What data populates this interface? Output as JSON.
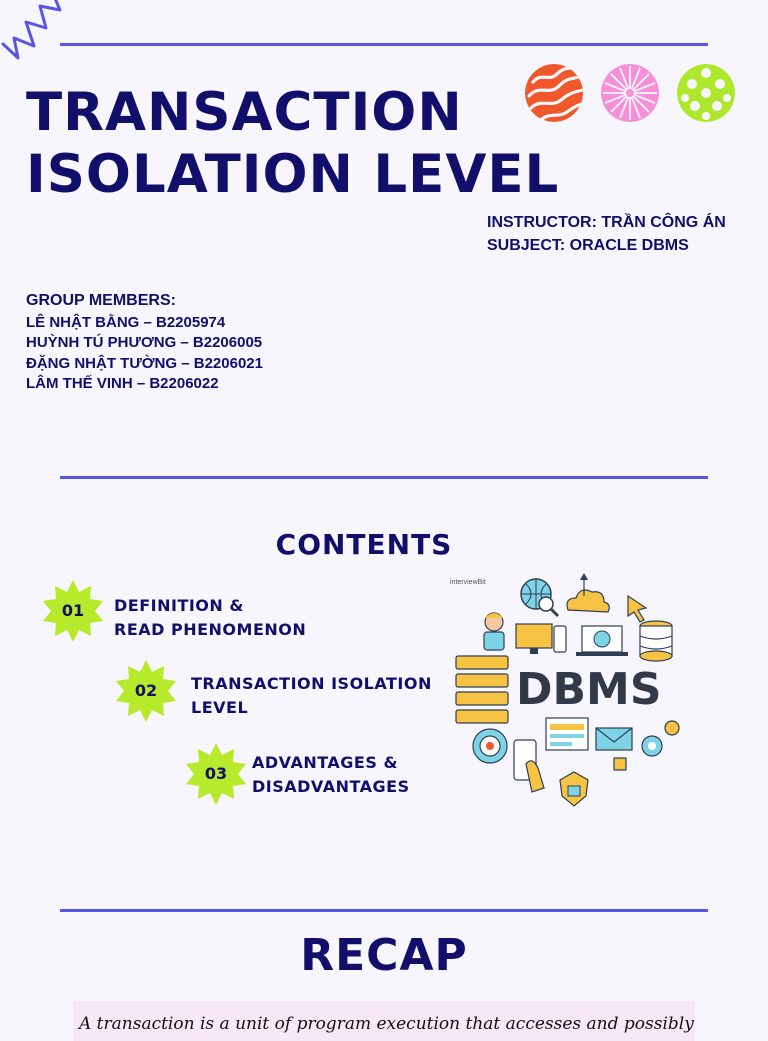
{
  "title": {
    "line1": "TRANSACTION",
    "line2": "ISOLATION LEVEL"
  },
  "info": {
    "instructor": "INSTRUCTOR: TRẦN CÔNG ÁN",
    "subject": "SUBJECT: ORACLE DBMS"
  },
  "members": {
    "heading": "GROUP MEMBERS:",
    "list": [
      "LÊ NHẬT BẰNG – B2205974",
      "HUỲNH TÚ PHƯƠNG – B2206005",
      "ĐẶNG NHẬT TƯỜNG – B2206021",
      "LÂM THẾ VINH – B2206022"
    ]
  },
  "contents": {
    "title": "CONTENTS",
    "items": [
      {
        "num": "01",
        "line1": "DEFINITION &",
        "line2": "READ PHENOMENON"
      },
      {
        "num": "02",
        "line1": "TRANSACTION ISOLATION",
        "line2": "LEVEL"
      },
      {
        "num": "03",
        "line1": "ADVANTAGES &",
        "line2": "DISADVANTAGES"
      }
    ]
  },
  "illustration": {
    "label": "DBMS",
    "brand": "interviewBit"
  },
  "recap": {
    "title": "RECAP",
    "text": "A transaction is a unit of program execution that accesses and possibly"
  },
  "colors": {
    "navy": "#120f6b",
    "accent_line": "#5b54e8",
    "badge": "#b7ea2b",
    "circle_orange": "#f0582c",
    "circle_pink": "#f58fd8",
    "circle_lime": "#aee82d",
    "recap_box": "#f6e8f6",
    "background": "#f7f6fc"
  },
  "icons": [
    "squiggle-decoration",
    "wave-circle-icon",
    "starburst-circle-icon",
    "polka-dot-circle-icon",
    "starburst-badge-icon",
    "dbms-illustration"
  ]
}
